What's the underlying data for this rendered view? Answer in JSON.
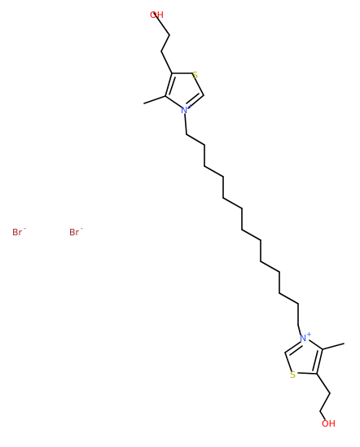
{
  "molecule": {
    "top_ring": {
      "hydroxyl_label": "OH",
      "sulfur_label": "S",
      "nitrogen_label": "N",
      "nitrogen_charge": "+"
    },
    "bottom_ring": {
      "hydroxyl_label": "OH",
      "sulfur_label": "S",
      "nitrogen_label": "N",
      "nitrogen_charge": "+"
    },
    "counterions": [
      {
        "label": "Br",
        "charge": "-"
      },
      {
        "label": "Br",
        "charge": "-"
      }
    ]
  },
  "colors": {
    "bond": "#000000",
    "oxygen": "#ff0000",
    "sulfur": "#b3b300",
    "nitrogen": "#3050f8",
    "bromine": "#a62929"
  }
}
